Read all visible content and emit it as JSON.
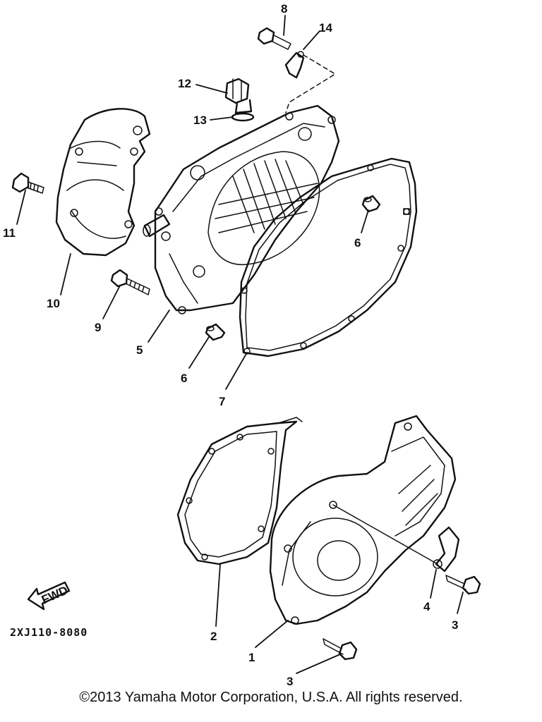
{
  "callouts": {
    "c1": "1",
    "c2": "2",
    "c3a": "3",
    "c3b": "3",
    "c4": "4",
    "c5": "5",
    "c6a": "6",
    "c6b": "6",
    "c7": "7",
    "c8": "8",
    "c9": "9",
    "c10": "10",
    "c11": "11",
    "c12": "12",
    "c13": "13",
    "c14": "14"
  },
  "fwd_label": "FWD",
  "diagram_code": "2XJ110-8080",
  "copyright": "©2013 Yamaha Motor Corporation, U.S.A. All rights reserved.",
  "colors": {
    "ink": "#111111",
    "background": "#ffffff"
  }
}
